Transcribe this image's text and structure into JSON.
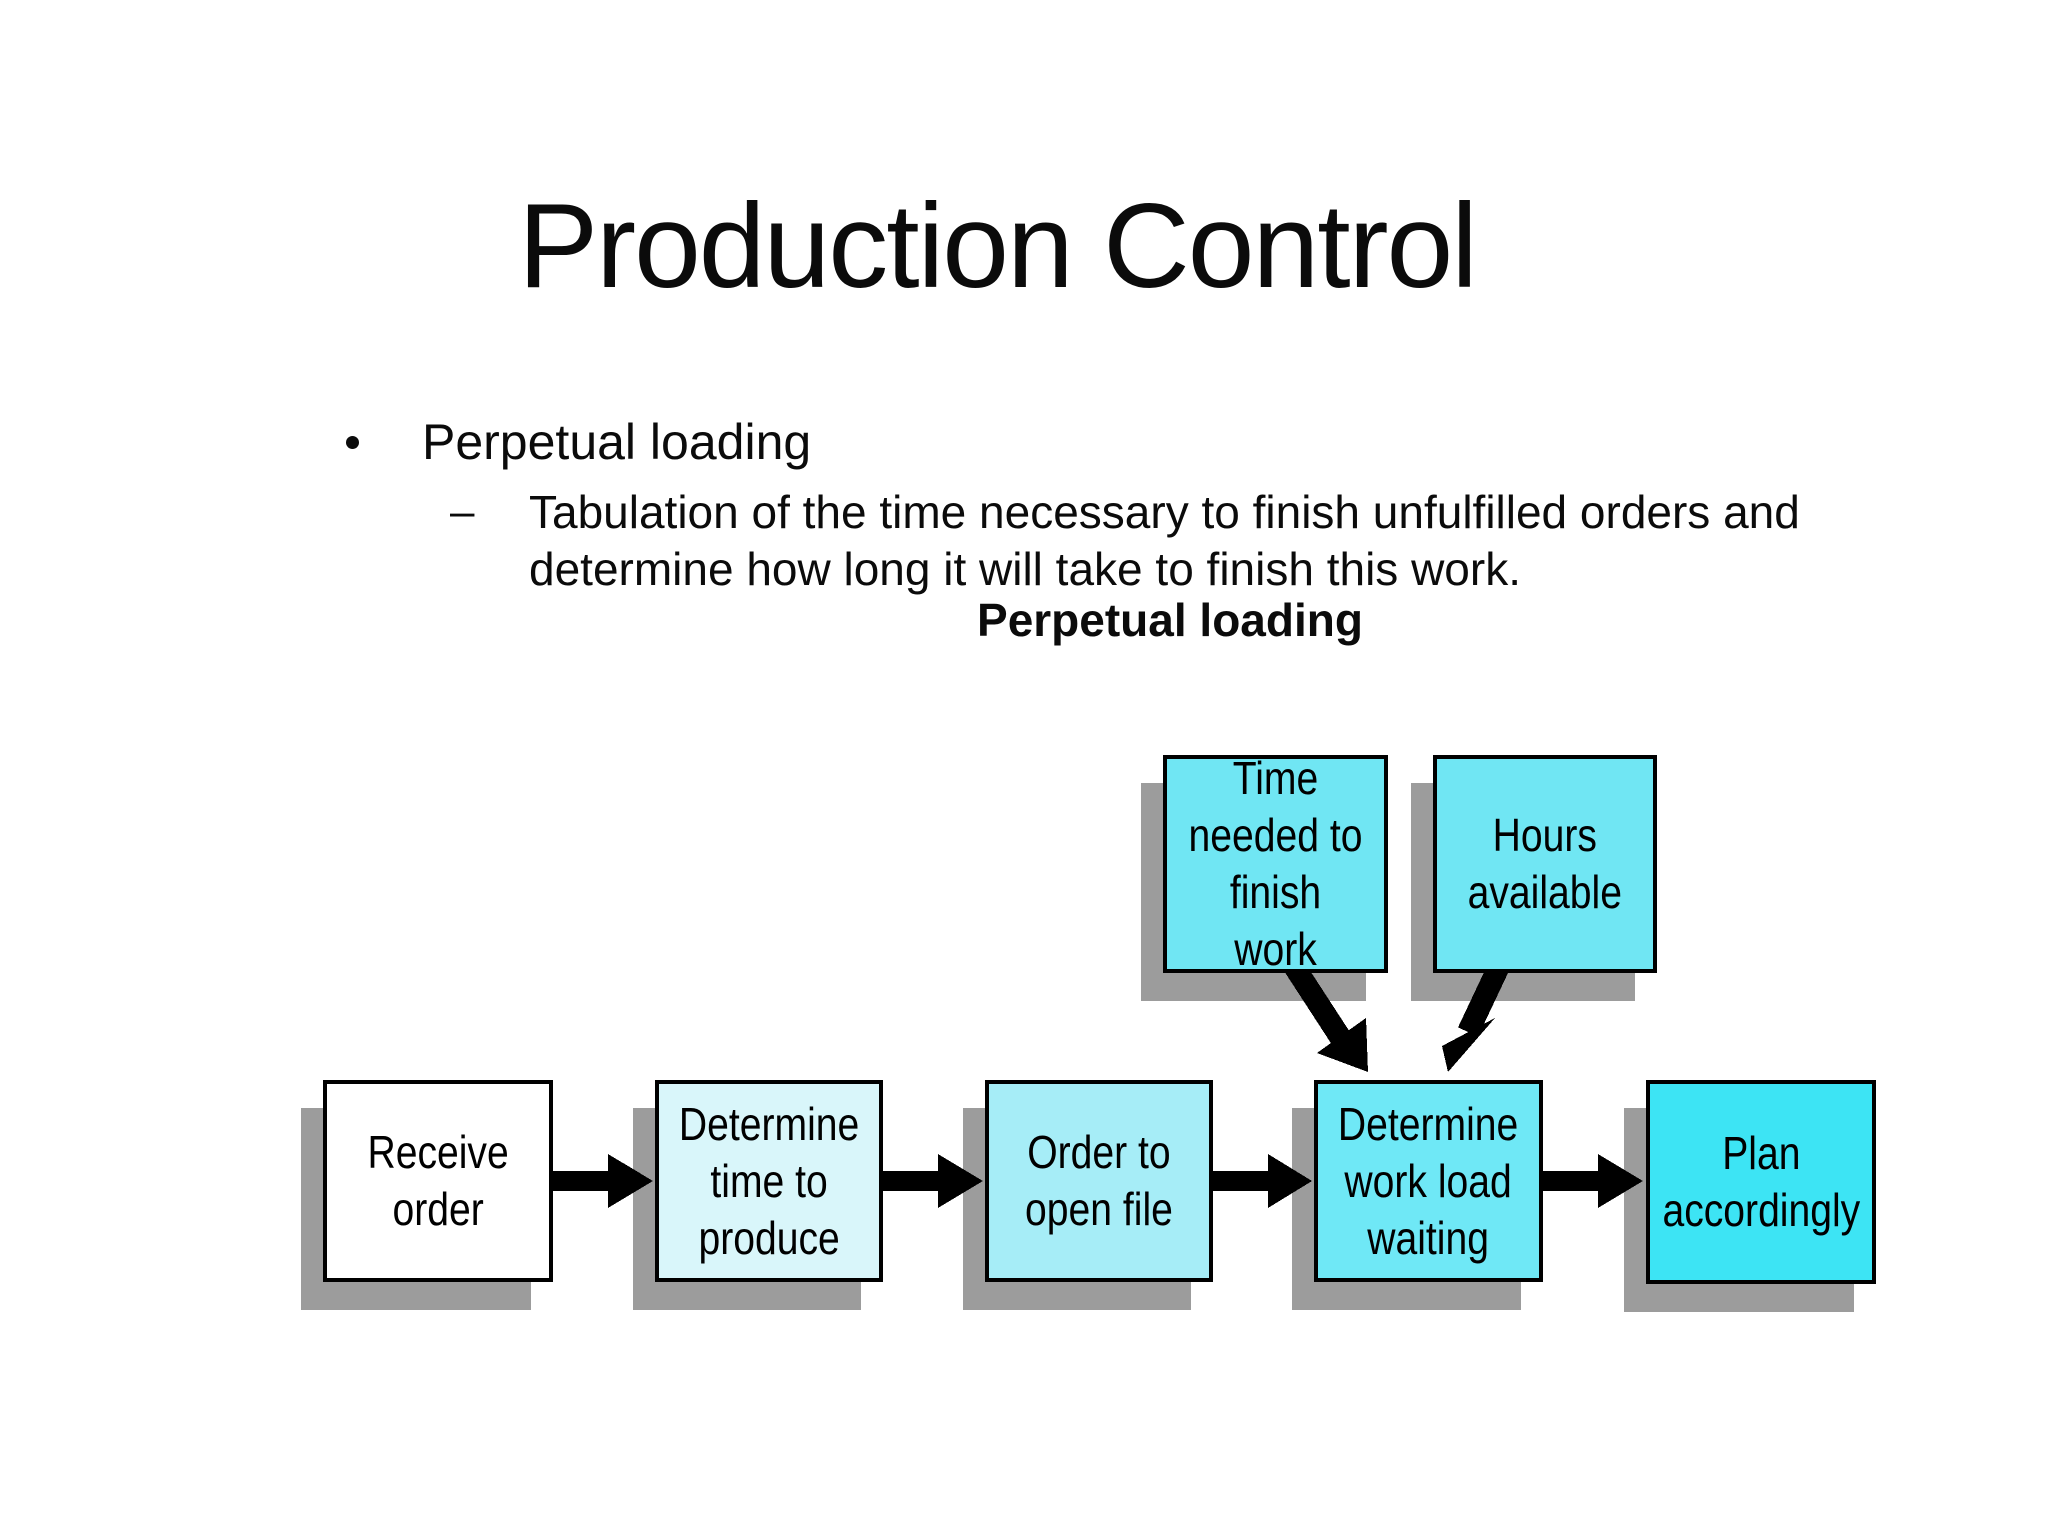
{
  "slide": {
    "title": "Production Control",
    "bullet": {
      "marker": "•",
      "text": "Perpetual loading"
    },
    "sub_bullet": {
      "marker": "–",
      "lines": [
        "Tabulation of the time necessary to finish unfulfilled orders and",
        "determine how long it will take to finish this work."
      ]
    },
    "diagram_caption": "Perpetual loading"
  },
  "diagram": {
    "input_nodes": [
      {
        "id": "time-needed",
        "label": "Time\nneeded to\nfinish work",
        "fill": "#70e6f3"
      },
      {
        "id": "hours-available",
        "label": "Hours\navailable",
        "fill": "#70e6f3"
      }
    ],
    "flow_nodes": [
      {
        "id": "receive-order",
        "label": "Receive\norder",
        "fill": "#ffffff"
      },
      {
        "id": "determine-time",
        "label": "Determine\ntime to\nproduce",
        "fill": "#d9f6fa"
      },
      {
        "id": "order-open-file",
        "label": "Order to\nopen file",
        "fill": "#a6edf7"
      },
      {
        "id": "determine-workload",
        "label": "Determine\nwork load\nwaiting",
        "fill": "#6fe8f6"
      },
      {
        "id": "plan-accordingly",
        "label": "Plan\naccordingly",
        "fill": "#3de4f4"
      }
    ],
    "edges": [
      {
        "from": "receive-order",
        "to": "determine-time"
      },
      {
        "from": "determine-time",
        "to": "order-open-file"
      },
      {
        "from": "order-open-file",
        "to": "determine-workload"
      },
      {
        "from": "determine-workload",
        "to": "plan-accordingly"
      },
      {
        "from": "time-needed",
        "to": "determine-workload"
      },
      {
        "from": "hours-available",
        "to": "determine-workload"
      }
    ],
    "colors": {
      "border": "#000000",
      "shadow": "#9c9c9c",
      "arrow": "#000000",
      "background": "#ffffff"
    }
  }
}
